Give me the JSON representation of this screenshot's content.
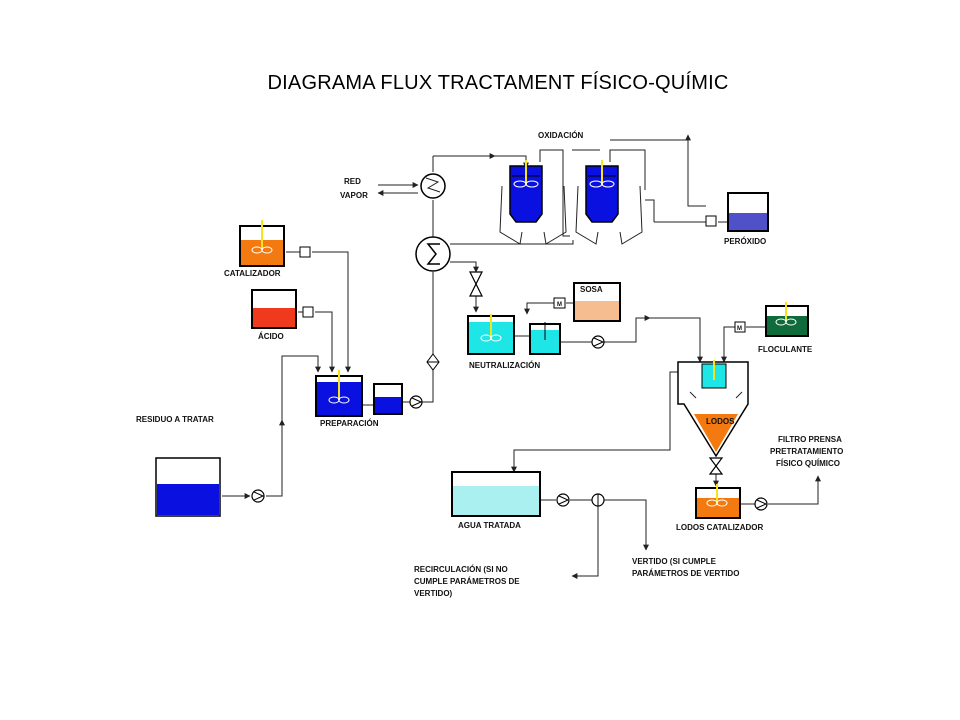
{
  "title": "DIAGRAMA FLUX TRACTAMENT FÍSICO-QUÍMIC",
  "labels": {
    "oxidacion": "OXIDACIÓN",
    "red": "RED",
    "vapor": "VAPOR",
    "peroxido": "PERÓXIDO",
    "catalizador": "CATALIZADOR",
    "acido": "ÁCIDO",
    "sosa": "SOSA",
    "neutralizacion": "NEUTRALIZACIÓN",
    "floculante": "FLOCULANTE",
    "residuo": "RESIDUO A TRATAR",
    "preparacion": "PREPARACIÓN",
    "lodos": "LODOS",
    "filtro_1": "FILTRO PRENSA",
    "filtro_2": "PRETRATAMIENTO",
    "filtro_3": "FÍSICO QUÍMICO",
    "agua_tratada": "AGUA TRATADA",
    "lodos_catalizador": "LODOS CATALIZADOR",
    "recirc_1": "RECIRCULACIÓN (SI NO",
    "recirc_2": "CUMPLE  PARÁMETROS DE",
    "recirc_3": "VERTIDO)",
    "vertido_1": "VERTIDO (SI CUMPLE",
    "vertido_2": "PARÁMETROS DE VERTIDO",
    "valve_m": "M"
  },
  "colors": {
    "blue": "#0a10e0",
    "cyan": "#1ee6e6",
    "orange": "#f27a10",
    "red": "#f03a1e",
    "peach": "#f6be90",
    "green": "#0f6b3a",
    "lavender": "#5050c8",
    "light_cyan": "#aaf0f0"
  }
}
